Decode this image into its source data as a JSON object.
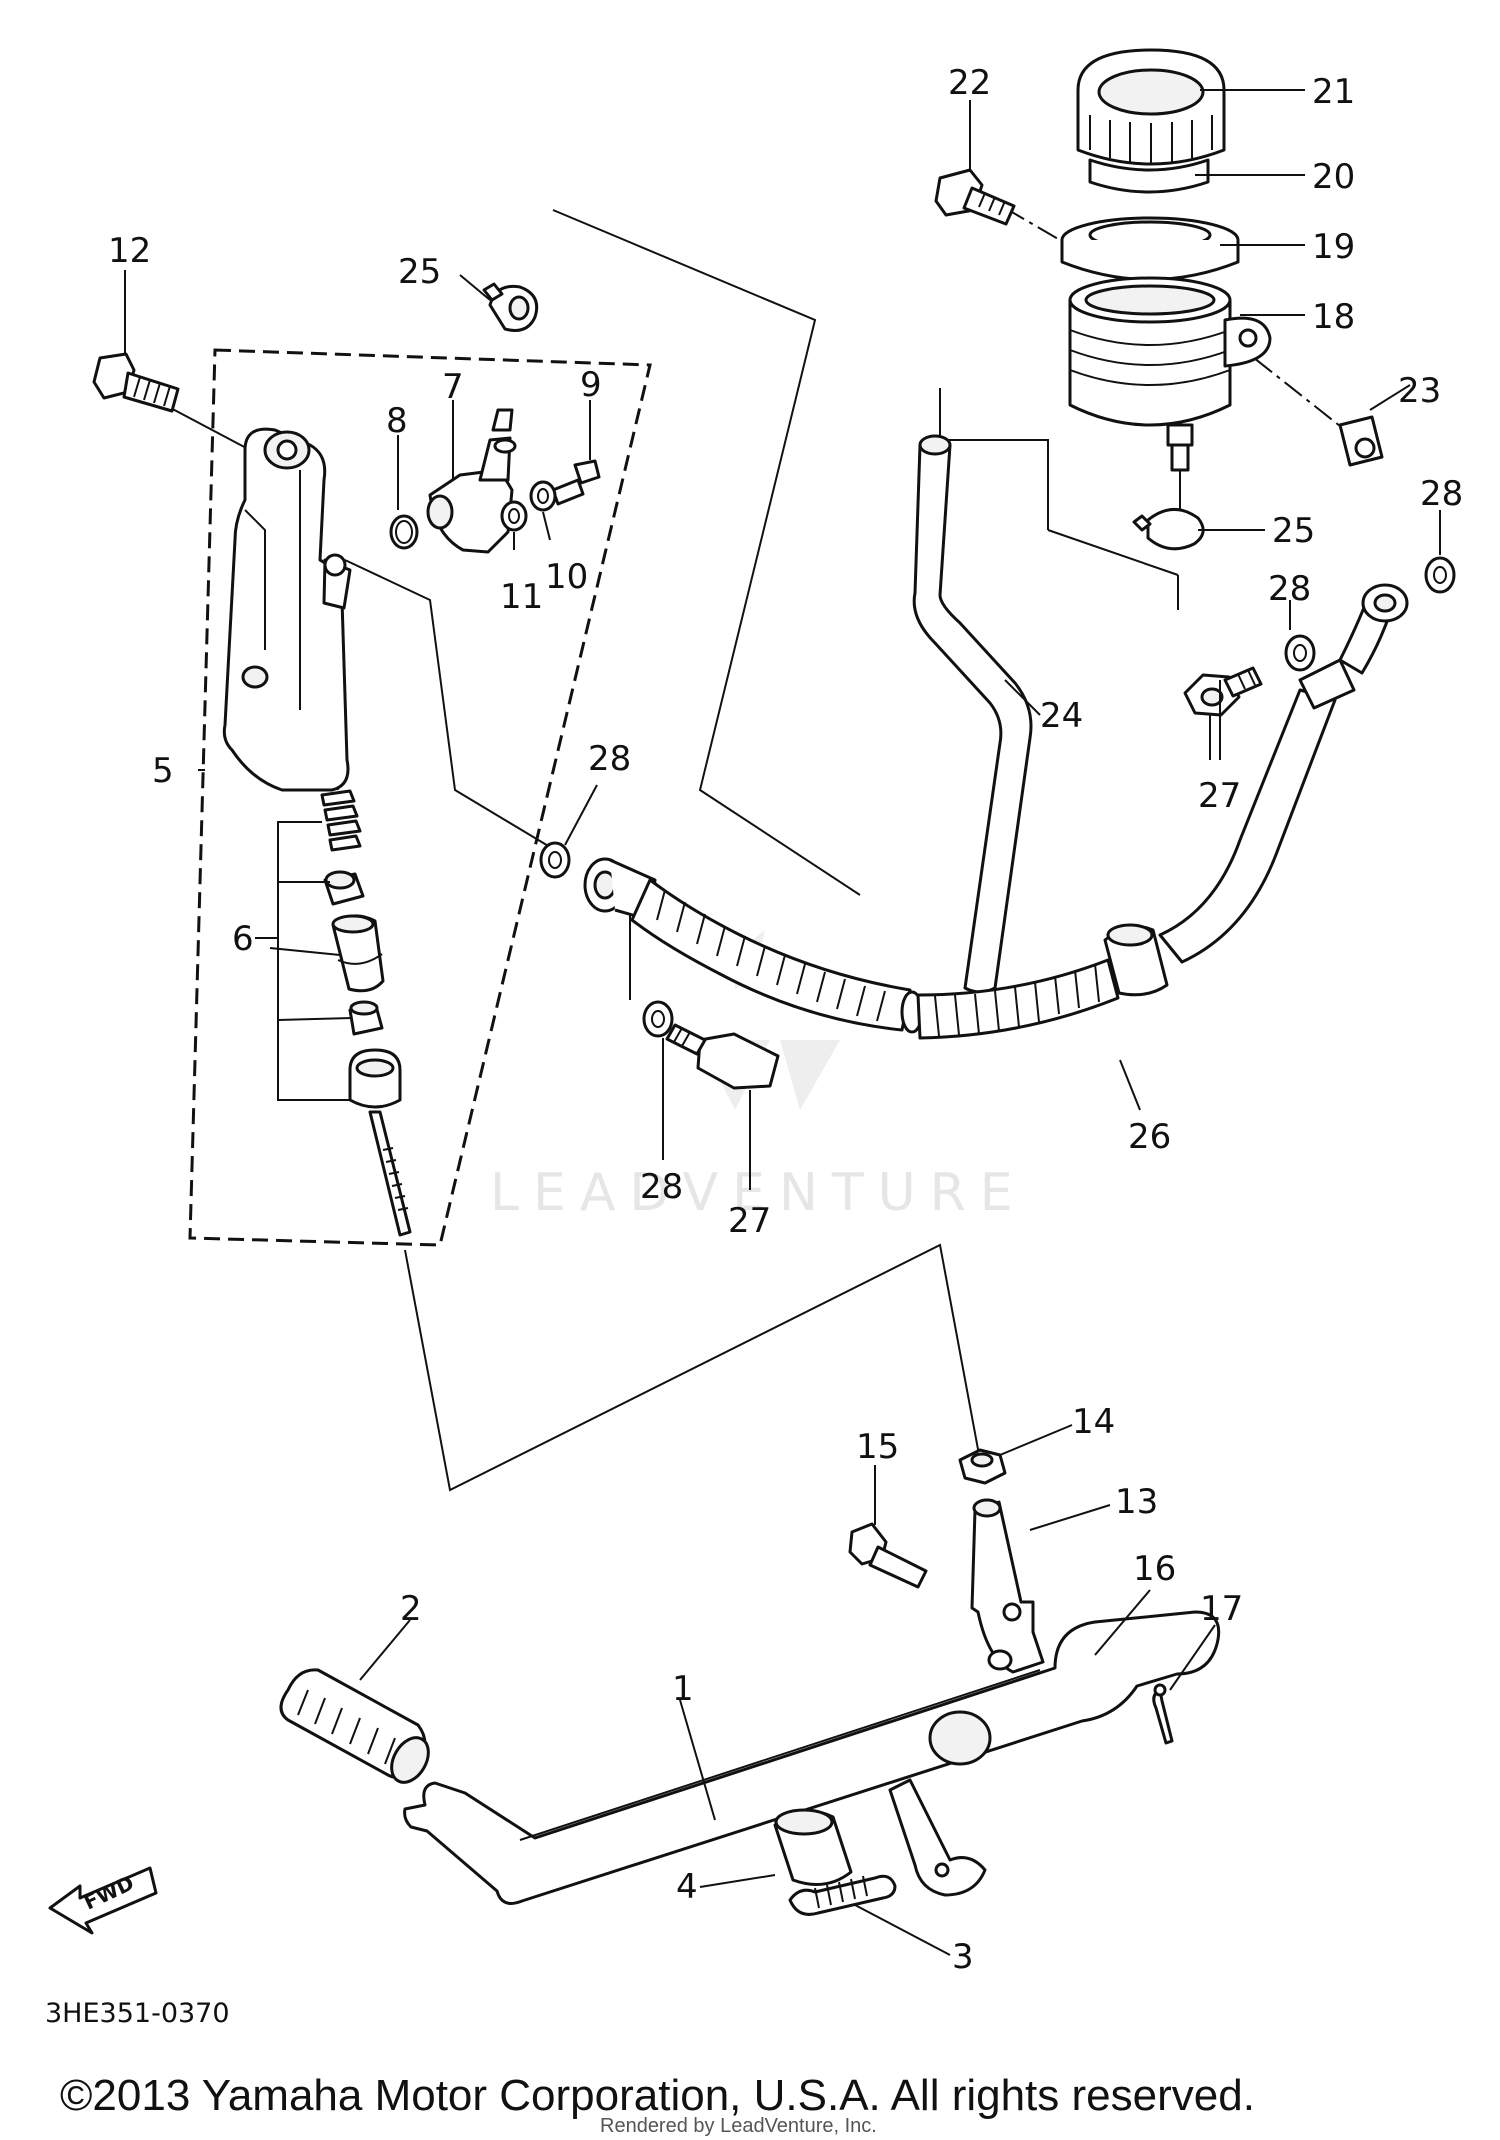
{
  "watermark": "LEADVENTURE",
  "diagram_code": "3HE351-0370",
  "fwd_label": "FWD",
  "copyright": "©2013 Yamaha Motor Corporation, U.S.A. All rights reserved.",
  "rendered_by": "Rendered by LeadVenture, Inc.",
  "callouts": {
    "c1": "1",
    "c2": "2",
    "c3": "3",
    "c4": "4",
    "c5": "5",
    "c6": "6",
    "c7": "7",
    "c8": "8",
    "c9": "9",
    "c10": "10",
    "c11": "11",
    "c12": "12",
    "c13": "13",
    "c14": "14",
    "c15": "15",
    "c16": "16",
    "c17": "17",
    "c18": "18",
    "c19": "19",
    "c20": "20",
    "c21": "21",
    "c22": "22",
    "c23": "23",
    "c24": "24",
    "c25a": "25",
    "c25b": "25",
    "c26": "26",
    "c27a": "27",
    "c27b": "27",
    "c28a": "28",
    "c28b": "28",
    "c28c": "28",
    "c28d": "28"
  }
}
